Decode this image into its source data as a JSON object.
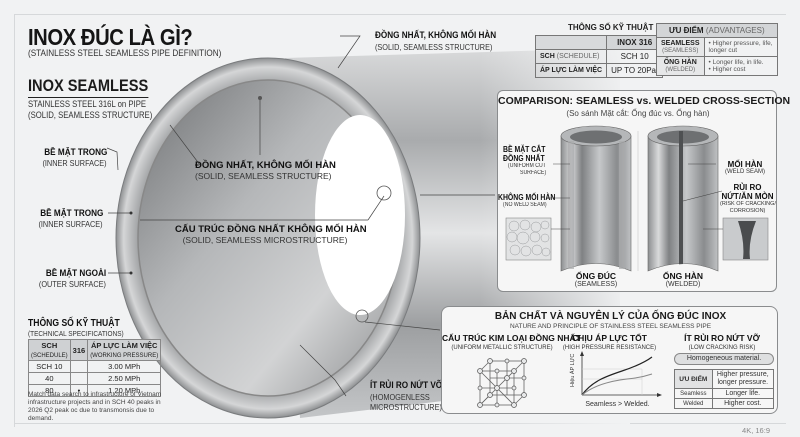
{
  "header": {
    "title": "INOX ĐÚC LÀ GÌ?",
    "subtitle": "(STAINLESS STEEL SEAMLESS PIPE DEFINITION)",
    "section_title": "INOX SEAMLESS",
    "section_desc_1": "STAINLESS STEEL 316L on PIPE",
    "section_desc_2": "(SOLID, SEAMLESS STRUCTURE)"
  },
  "pipe_callouts": {
    "top": {
      "label": "ĐỒNG NHẤT, KHÔNG MỐI HÀN",
      "sub": "(SOLID, SEAMLESS STRUCTURE)"
    },
    "inner_surface_1": {
      "label": "BỀ MẶT TRONG",
      "sub": "(INNER SURFACE)"
    },
    "inner_surface_2": {
      "label": "BỀ MẶT TRONG",
      "sub": "(INNER SURFACE)"
    },
    "outer_surface": {
      "label": "BỀ MẶT NGOÀI",
      "sub": "(OUTER SURFACE)"
    },
    "center_1": {
      "label": "ĐỒNG NHẤT, KHÔNG MỐI HÀN",
      "sub": "(SOLID, SEAMLESS STRUCTURE)"
    },
    "center_2": {
      "label": "CẤU TRÚC ĐỒNG NHẤT KHÔNG MỐI HÀN",
      "sub": "(SOLID, SEAMLESS MICROSTRUCTURE)"
    },
    "bottom": {
      "label": "ÍT RỦI RO NỨT VỠ",
      "sub_1": "(HOMOGENLESS",
      "sub_2": "MICROSTRUCTURE)"
    }
  },
  "left_specs": {
    "title": "THÔNG SỐ KỸ THUẬT",
    "subtitle": "(TECHNICAL SPECIFICATIONS)",
    "headers": [
      {
        "main": "SCH",
        "sub": "(SCHEDULE)"
      },
      {
        "main": "316",
        "sub": ""
      },
      {
        "main": "ÁP LỰC LÀM VIỆC",
        "sub": "(WORKING PRESSURE)"
      }
    ],
    "rows": [
      {
        "sch": "SCH 10",
        "mid": "",
        "pressure": "3.00 MPh"
      },
      {
        "sch": "40",
        "mid": "",
        "pressure": "2.50 MPh"
      },
      {
        "sch": "80",
        "mid": "•",
        "pressure": "1.20 MPh"
      }
    ],
    "note": "Match data search to infrastructure of Vietnam infrastructure projects and in SCH 40 peaks in 2026 Q2 peak oc due to transmonsis due to demand."
  },
  "top_specs": {
    "title": "THÔNG SỐ KỸ THUẬT",
    "col_header": "INOX 316",
    "rows": [
      {
        "key": "SCH",
        "key_sub": "(SCHEDULE)",
        "value": "SCH 10"
      },
      {
        "key": "ÁP LỰC LÀM VIỆC",
        "key_sub": "",
        "value": "UP TO 20Pa."
      }
    ]
  },
  "top_advantages": {
    "title": "ƯU ĐIỂM",
    "title_sub": "(ADVANTAGES)",
    "rows": [
      {
        "key": "SEAMLESS",
        "key_sub": "(SEAMLESS)",
        "points": [
          "• Higher pressure, life,",
          "longer cut"
        ]
      },
      {
        "key": "ỐNG HÀN",
        "key_sub": "(WELDED)",
        "points": [
          "• Longer life, in life.",
          "• Higher cost"
        ]
      }
    ]
  },
  "comparison": {
    "title": "COMPARISON: SEAMLESS vs. WELDED CROSS-SECTION",
    "subtitle": "(So sánh Mặt cắt: Ống đúc vs. Ống hàn)",
    "seamless": {
      "callout_1": {
        "label_1": "BỀ MẶT CẮT",
        "label_2": "ĐỒNG NHẤT",
        "sub_1": "(UNIFORM CUT",
        "sub_2": "SURFACE)"
      },
      "callout_2": {
        "label": "KHÔNG MỐI HÀN",
        "sub": "(NO WELD SEAM)"
      },
      "name": "ỐNG ĐÚC",
      "name_sub": "(SEAMLESS)"
    },
    "welded": {
      "callout_1": {
        "label": "MỐI HÀN",
        "sub": "(WELD SEAM)"
      },
      "callout_2": {
        "label_1": "RỦI RO",
        "label_2": "NỨT/ĂN MÒN",
        "sub_1": "(RISK OF CRACKING/",
        "sub_2": "CORROSION)"
      },
      "name": "ỐNG HÀN",
      "name_sub": "(WELDED)"
    }
  },
  "nature": {
    "title": "BẢN CHẤT VÀ NGUYÊN LÝ CỦA ỐNG ĐÚC INOX",
    "subtitle": "NATURE AND PRINCIPLE OF STAINLESS STEEL SEAMLESS PIPE",
    "col1": {
      "label": "CẤU TRÚC KIM LOẠI ĐỒNG NHẤT",
      "sub": "(UNIFORM METALLIC STRUCTURE)"
    },
    "col2": {
      "label": "CHỊU ÁP LỰC TỐT",
      "sub": "(HIGH PRESSURE RESISTANCE)",
      "y_axis": "Hiệu ÁP LỰC",
      "caption": "Seamless > Welded."
    },
    "col3": {
      "label": "ÍT RỦI RO NỨT VỠ",
      "sub": "(LOW CRACKING RISK)",
      "pill": "Homogeneous material.",
      "table": [
        {
          "key": "ƯU ĐIỂM",
          "value_1": "Higher pressure,",
          "value_2": "longer pressure."
        },
        {
          "key": "Seamless",
          "value_1": "Longer life.",
          "value_2": ""
        },
        {
          "key": "Welded",
          "value_1": "Higher cost.",
          "value_2": ""
        }
      ]
    }
  },
  "footer": {
    "resolution": "4K, 16:9"
  }
}
